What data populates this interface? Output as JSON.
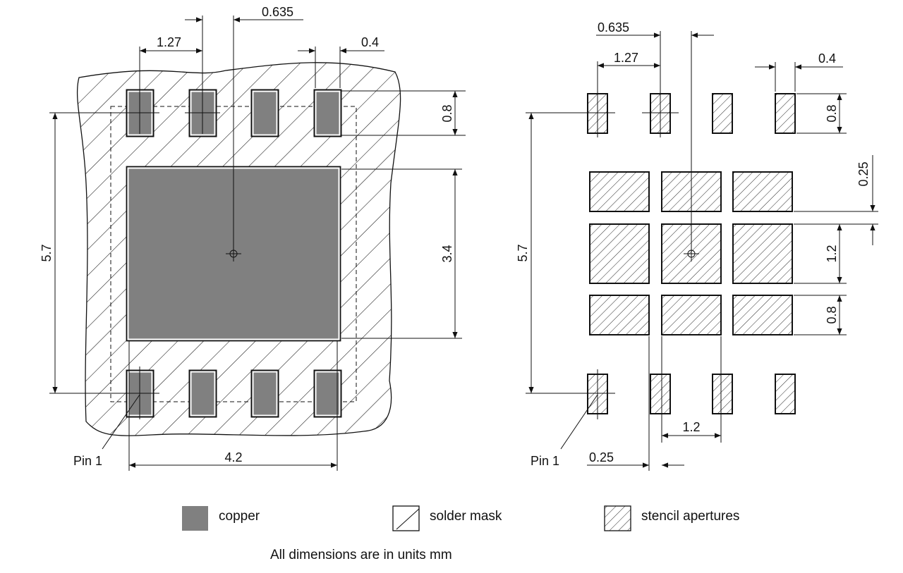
{
  "footprint": {
    "pin1_label": "Pin 1",
    "dims": {
      "pitch_half": "0.635",
      "pitch": "1.27",
      "pad_width": "0.4",
      "pad_height": "0.8",
      "overall_height": "5.7",
      "thermal_height": "3.4",
      "thermal_width": "4.2"
    }
  },
  "stencil": {
    "pin1_label": "Pin 1",
    "dims": {
      "pitch_half": "0.635",
      "pitch": "1.27",
      "pad_width": "0.4",
      "pad_height": "0.8",
      "overall_height": "5.7",
      "gap_v": "0.25",
      "mid_height": "1.2",
      "row_height": "0.8",
      "aperture_width": "1.2",
      "gap_h": "0.25"
    }
  },
  "legend": [
    {
      "key": "copper",
      "label": "copper",
      "color": "#808080"
    },
    {
      "key": "solder-mask",
      "label": "solder mask"
    },
    {
      "key": "stencil",
      "label": "stencil apertures"
    }
  ],
  "note": "All dimensions are in units mm"
}
